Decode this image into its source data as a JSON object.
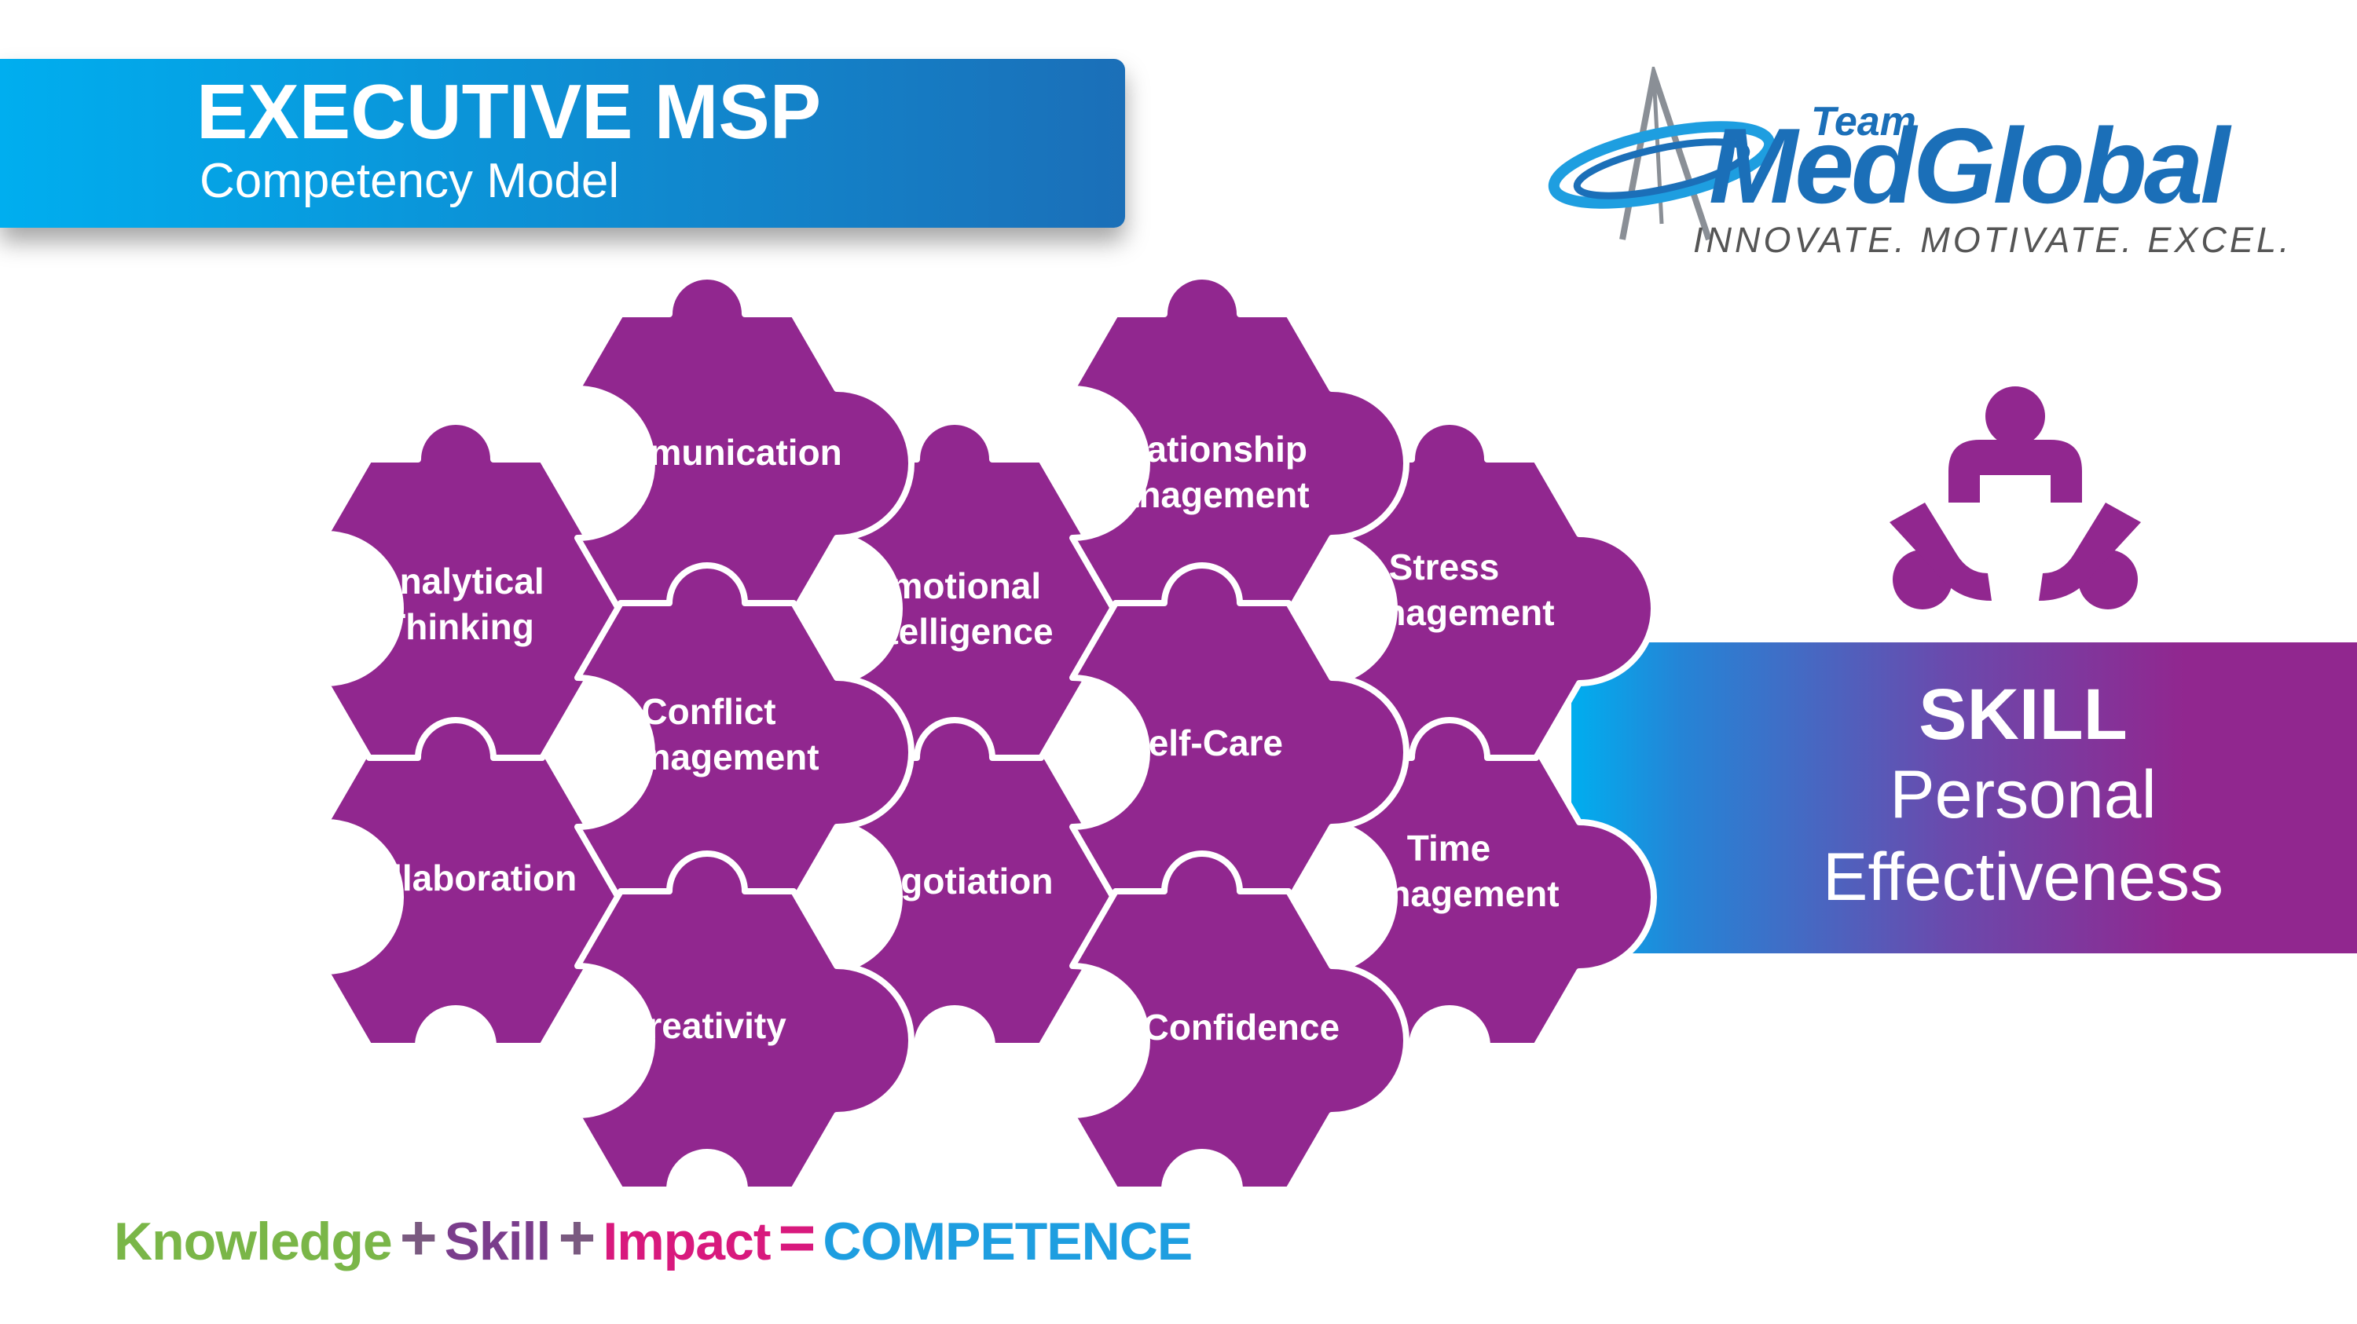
{
  "header": {
    "title": "EXECUTIVE MSP",
    "subtitle": "Competency Model"
  },
  "logo": {
    "team": "Team",
    "brand": "MedGlobal",
    "tagline": "INNOVATE. MOTIVATE. EXCEL."
  },
  "pieces": [
    {
      "line1": "Communication",
      "line2": ""
    },
    {
      "line1": "Relationship",
      "line2": "Management"
    },
    {
      "line1": "Analytical",
      "line2": "Thinking"
    },
    {
      "line1": "Emotional",
      "line2": "Intelligence"
    },
    {
      "line1": "Stress",
      "line2": "Management"
    },
    {
      "line1": "Conflict",
      "line2": "Management"
    },
    {
      "line1": "Self-Care",
      "line2": ""
    },
    {
      "line1": "Collaboration",
      "line2": ""
    },
    {
      "line1": "Negotiation",
      "line2": ""
    },
    {
      "line1": "Time",
      "line2": "Management"
    },
    {
      "line1": "Creativity",
      "line2": ""
    },
    {
      "line1": "Self-Confidence",
      "line2": ""
    }
  ],
  "skill_panel": {
    "title": "SKILL",
    "line1": "Personal",
    "line2": "Effectiveness",
    "icon": "team-meeting-icon"
  },
  "formula": {
    "knowledge": "Knowledge",
    "plus1": "+",
    "skill": "Skill",
    "plus2": "+",
    "impact": "Impact",
    "equals": "=",
    "competence": "COMPETENCE"
  },
  "colors": {
    "piece_purple": "#91278f",
    "accent_blue": "#00aeef",
    "brand_blue": "#1b6fb8",
    "knowledge_green": "#7ab648",
    "impact_pink": "#d8197d"
  }
}
